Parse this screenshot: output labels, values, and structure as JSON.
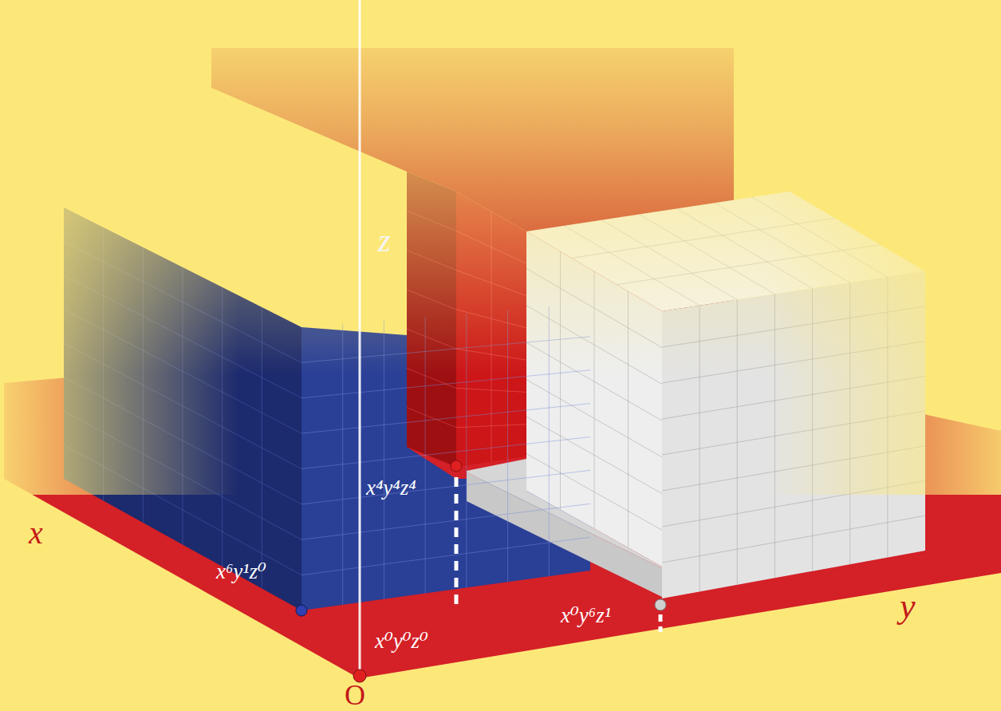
{
  "diagram": {
    "labels": [
      "z",
      "x",
      "y",
      "O",
      "x⁴y⁴z⁴",
      "x⁶y¹z⁰",
      "x⁰y⁶z¹",
      "x⁰y⁰z⁰"
    ]
  }
}
